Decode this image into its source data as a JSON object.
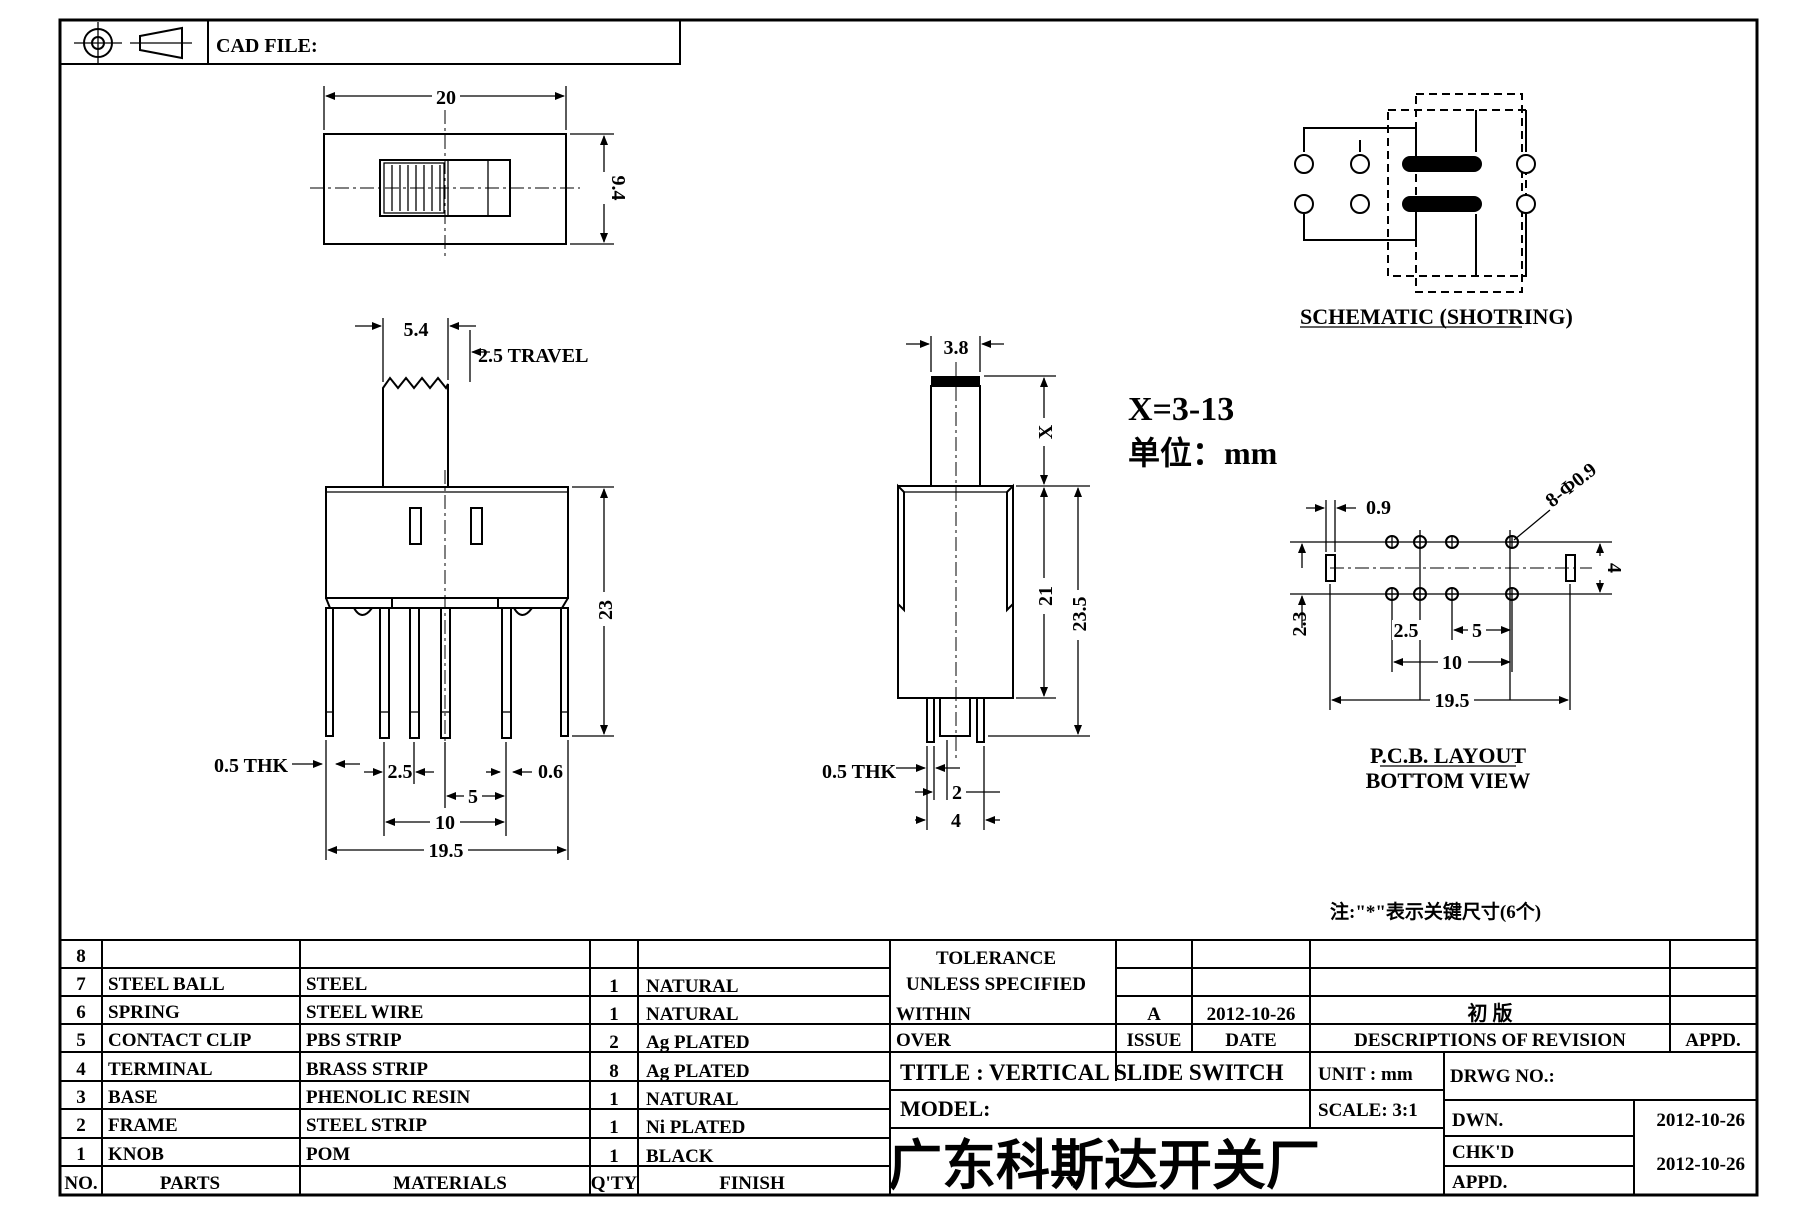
{
  "header": {
    "cad_file_label": "CAD FILE:",
    "projection_icon": "third-angle-projection-icon"
  },
  "top_view": {
    "width_dim": "20",
    "height_dim": "9.4"
  },
  "front_view": {
    "actuator_width": "5.4",
    "travel": "2.5 TRAVEL",
    "height_dim": "23",
    "thickness": "0.5 THK",
    "pin_pitch": "2.5",
    "pitch_5": "5",
    "pitch_10": "10",
    "overall_width": "19.5",
    "pin_width": "0.6"
  },
  "side_view": {
    "actuator_width": "3.8",
    "x_dim": "X",
    "h21": "21",
    "h23_5": "23.5",
    "thickness": "0.5 THK",
    "d2": "2",
    "d4": "4"
  },
  "notes": {
    "x_range": "X=3-13",
    "unit_note": "单位：mm",
    "key_note": "注:\"*\"表示关键尺寸(6个)"
  },
  "schematic": {
    "caption": "SCHEMATIC (SHOTRING)"
  },
  "pcb_layout": {
    "caption_line1": "P.C.B. LAYOUT",
    "caption_line2": "BOTTOM VIEW",
    "hole_note": "8-Φ0.9",
    "d0_9": "0.9",
    "d4": "4",
    "d2_3": "2.3",
    "d2_5": "2.5",
    "d5": "5",
    "d10": "10",
    "d19_5": "19.5"
  },
  "bom": {
    "header": {
      "no": "NO.",
      "parts": "PARTS",
      "materials": "MATERIALS",
      "qty": "Q'TY",
      "finish": "FINISH"
    },
    "rows": [
      {
        "no": "8",
        "part": "",
        "material": "",
        "qty": "",
        "finish": ""
      },
      {
        "no": "7",
        "part": "STEEL BALL",
        "material": "STEEL",
        "qty": "1",
        "finish": "NATURAL"
      },
      {
        "no": "6",
        "part": "SPRING",
        "material": "STEEL WIRE",
        "qty": "1",
        "finish": "NATURAL"
      },
      {
        "no": "5",
        "part": "CONTACT CLIP",
        "material": "PBS STRIP",
        "qty": "2",
        "finish": "Ag PLATED"
      },
      {
        "no": "4",
        "part": "TERMINAL",
        "material": "BRASS STRIP",
        "qty": "8",
        "finish": "Ag PLATED"
      },
      {
        "no": "3",
        "part": "BASE",
        "material": "PHENOLIC RESIN",
        "qty": "1",
        "finish": "NATURAL"
      },
      {
        "no": "2",
        "part": "FRAME",
        "material": "STEEL STRIP",
        "qty": "1",
        "finish": "Ni PLATED"
      },
      {
        "no": "1",
        "part": "KNOB",
        "material": "POM",
        "qty": "1",
        "finish": "BLACK"
      }
    ]
  },
  "title_block": {
    "tolerance": "TOLERANCE",
    "unless_specified": "UNLESS SPECIFIED",
    "within": "WITHIN",
    "over": "OVER",
    "rev_issue": "A",
    "rev_date": "2012-10-26",
    "rev_desc": "初 版",
    "issue_label": "ISSUE",
    "date_label": "DATE",
    "desc_label": "DESCRIPTIONS OF REVISION",
    "appd_label": "APPD.",
    "title": "TITLE :  VERTICAL SLIDE SWITCH",
    "unit": "UNIT :  mm",
    "drwg_no": "DRWG NO.:",
    "model": "MODEL:",
    "scale": "SCALE:  3:1",
    "company": "广东科斯达开关厂",
    "dwn_label": "DWN.",
    "dwn_date": "2012-10-26",
    "chkd_label": "CHK'D",
    "chkd_date": "2012-10-26",
    "appd2_label": "APPD."
  }
}
